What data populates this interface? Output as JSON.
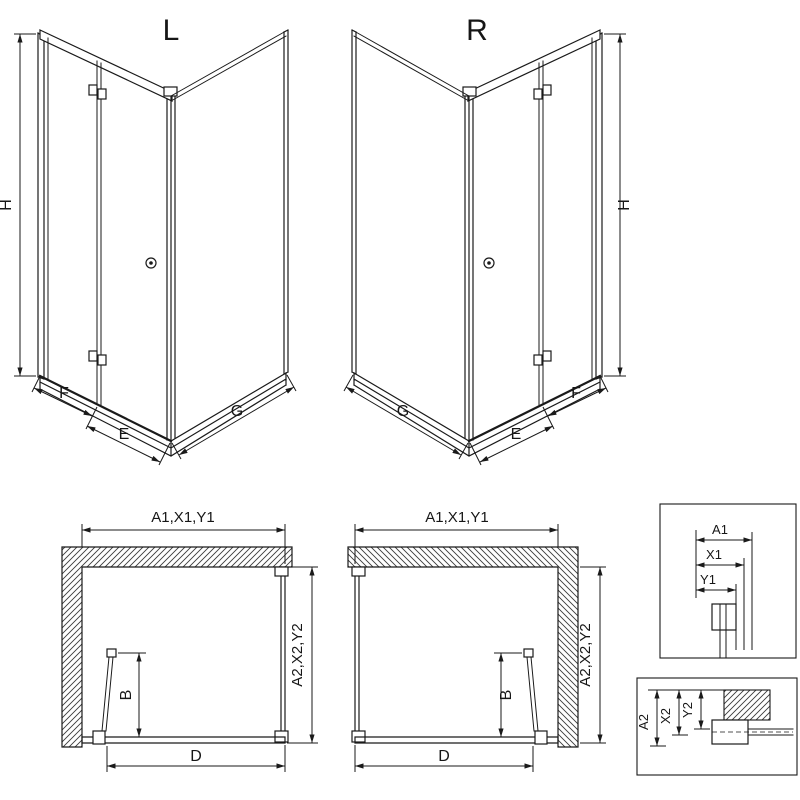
{
  "figure": {
    "left_3d": {
      "title": "L",
      "h": "H",
      "f": "F",
      "e": "E",
      "g": "G"
    },
    "right_3d": {
      "title": "R",
      "h": "H",
      "f": "F",
      "e": "E",
      "g": "G"
    },
    "left_plan": {
      "width": "A1,X1,Y1",
      "depth": "A2,X2,Y2",
      "b": "B",
      "d": "D"
    },
    "right_plan": {
      "width": "A1,X1,Y1",
      "depth": "A2,X2,Y2",
      "b": "B",
      "d": "D"
    },
    "detail_top": {
      "a1": "A1",
      "x1": "X1",
      "y1": "Y1"
    },
    "detail_bottom": {
      "a2": "A2",
      "x2": "X2",
      "y2": "Y2"
    }
  },
  "colors": {
    "line": "#1a1a1a",
    "background": "#ffffff"
  }
}
